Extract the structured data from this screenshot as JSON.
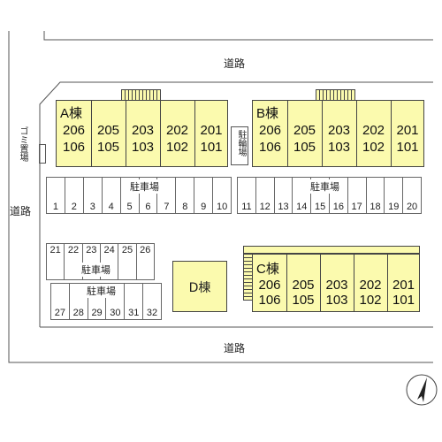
{
  "roads": {
    "top": "道路",
    "left": "道路",
    "bottom": "道路"
  },
  "facilities": {
    "garbage": "ゴミ置場",
    "bicycle": "駐輪場"
  },
  "buildings": {
    "a": {
      "name": "A棟",
      "top_units": [
        "206",
        "205",
        "203",
        "202",
        "201"
      ],
      "bottom_units": [
        "106",
        "105",
        "103",
        "102",
        "101"
      ]
    },
    "b": {
      "name": "B棟",
      "top_units": [
        "206",
        "205",
        "203",
        "202",
        "201"
      ],
      "bottom_units": [
        "106",
        "105",
        "103",
        "102",
        "101"
      ]
    },
    "c": {
      "name": "C棟",
      "top_units": [
        "206",
        "205",
        "203",
        "202",
        "201"
      ],
      "bottom_units": [
        "106",
        "105",
        "103",
        "102",
        "101"
      ]
    },
    "d": {
      "name": "D棟"
    }
  },
  "parking": {
    "label": "駐車場",
    "row1": [
      "1",
      "2",
      "3",
      "4",
      "5",
      "6",
      "7",
      "8",
      "9",
      "10"
    ],
    "row2": [
      "11",
      "12",
      "13",
      "14",
      "15",
      "16",
      "17",
      "18",
      "19",
      "20"
    ],
    "row3": [
      "21",
      "22",
      "23",
      "24",
      "25",
      "26"
    ],
    "row4": [
      "27",
      "28",
      "29",
      "30",
      "31",
      "32"
    ]
  },
  "compass": {
    "icon": "north-arrow-icon"
  },
  "colors": {
    "building_fill": "#fbfaae",
    "line": "#444444"
  }
}
